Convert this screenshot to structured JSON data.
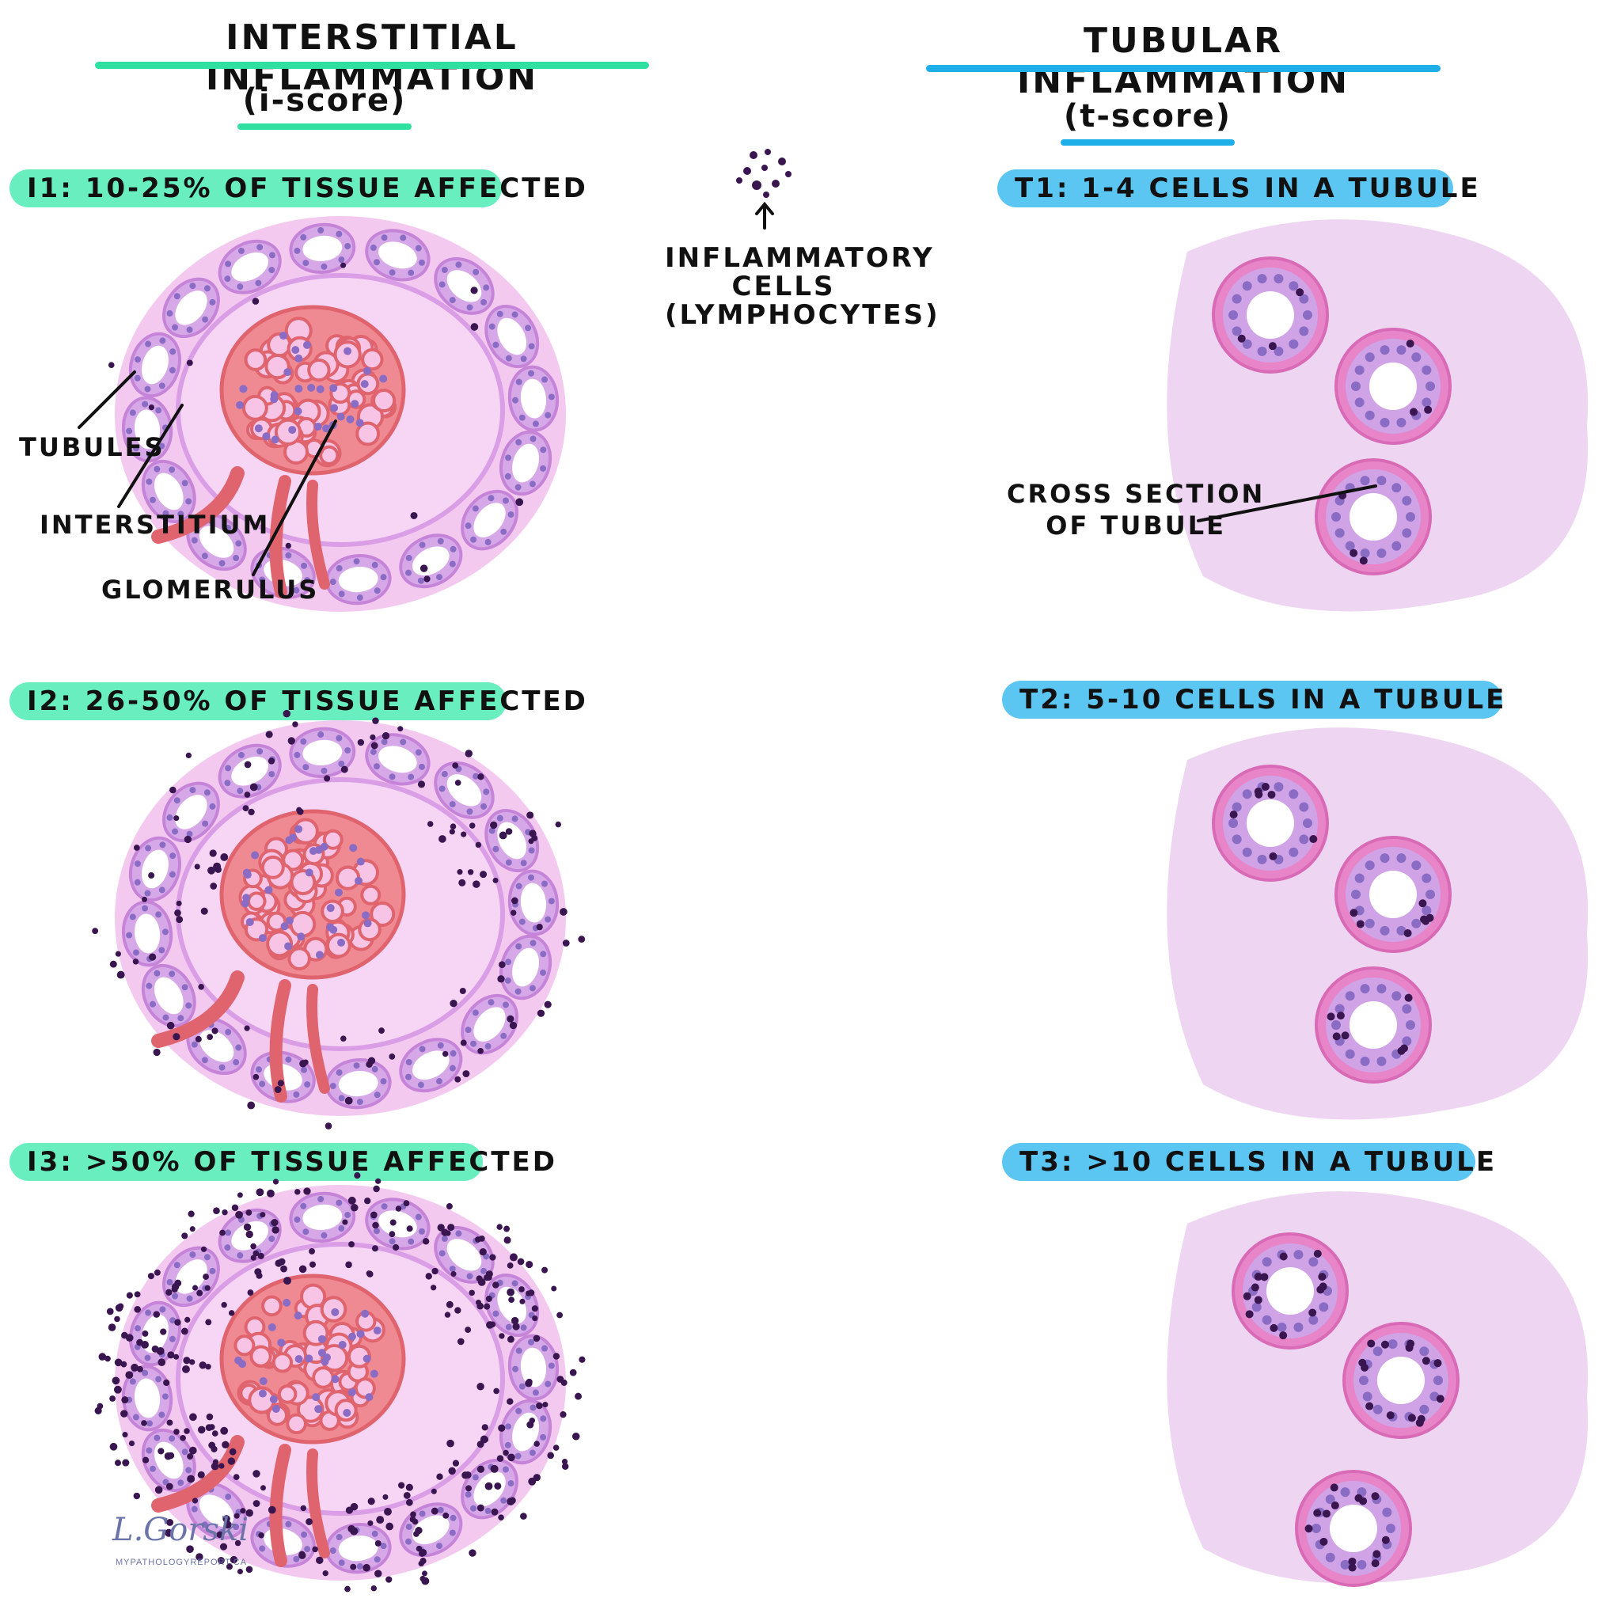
{
  "left": {
    "title": "Interstitial inflammation",
    "subtitle": "(i-score)",
    "underline_color": "#2fe0a0",
    "panels": [
      {
        "label": "i1: 10-25% of tissue affected",
        "lymph_count": 12
      },
      {
        "label": "i2: 26-50% of tissue affected",
        "lymph_count": 110
      },
      {
        "label": "i3: >50% of tissue affected",
        "lymph_count": 320
      }
    ],
    "annotations": {
      "tubules": "Tubules",
      "interstitium": "Interstitium",
      "glomerulus": "Glomerulus"
    }
  },
  "right": {
    "title": "Tubular inflammation",
    "subtitle": "(t-score)",
    "underline_color": "#1eaee8",
    "panels": [
      {
        "label": "t1: 1-4 cells in a tubule",
        "cells_per_tubule": 3
      },
      {
        "label": "t2: 5-10 cells in a tubule",
        "cells_per_tubule": 7
      },
      {
        "label": "t3: >10 cells in a tubule",
        "cells_per_tubule": 14
      }
    ],
    "annotations": {
      "cross_section_line1": "Cross section",
      "cross_section_line2": "of tubule"
    }
  },
  "legend": {
    "line1": "Inflammatory",
    "line2": "cells",
    "line3": "(lymphocytes)"
  },
  "signature": {
    "name": "L.Gorski",
    "url": "MYPATHOLOGYREPORT.CA"
  },
  "colors": {
    "green_pill": "#69eebf",
    "blue_pill": "#5cc6f2",
    "tissue_pink": "#f3c9f0",
    "tubule_fill": "#d6a8e8",
    "nucleus": "#8a6cc4",
    "glomerulus": "#e0646e",
    "lymphocyte": "#3a1650"
  }
}
